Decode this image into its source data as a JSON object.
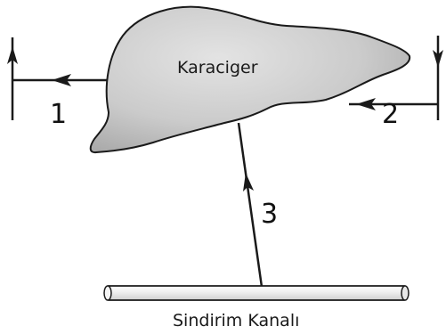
{
  "labels": {
    "organ": "Karaciger",
    "gut": "Sindirim Kanalı",
    "vessel_1": "1",
    "vessel_2": "2",
    "vessel_3": "3"
  },
  "colors": {
    "stroke": "#1a1a1a",
    "liver_fill": "#c9c9c9",
    "gut_fill": "#f2f2f2"
  }
}
